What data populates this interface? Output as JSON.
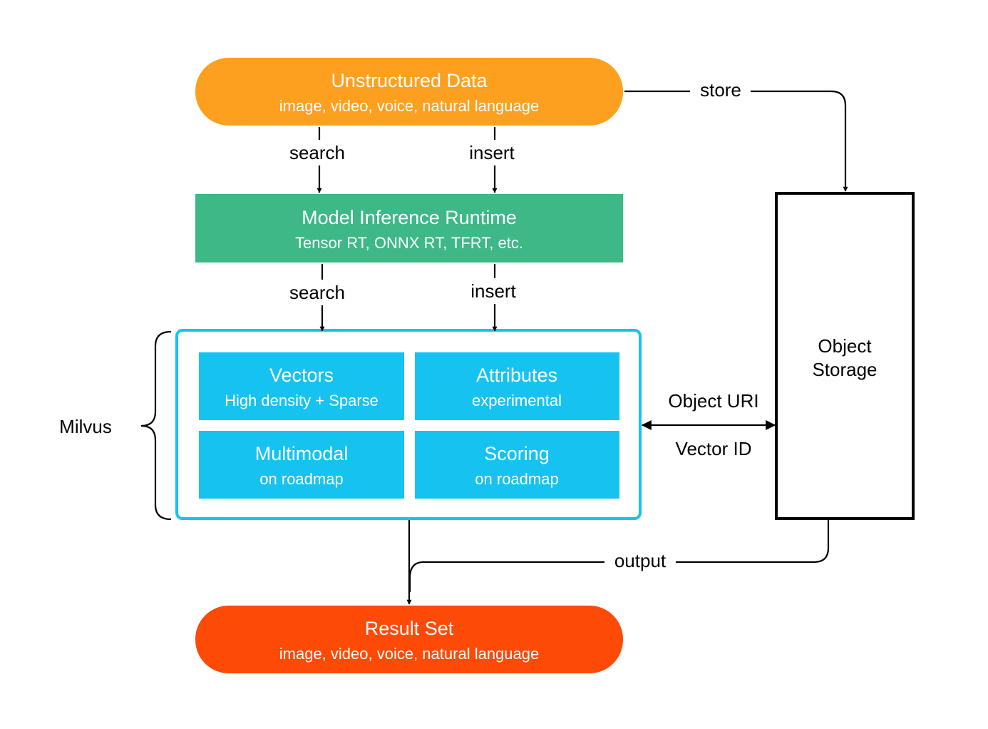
{
  "nodes": {
    "unstructured": {
      "title": "Unstructured Data",
      "subtitle": "image, video, voice, natural language",
      "color": "#FDA01F"
    },
    "inference": {
      "title": "Model Inference Runtime",
      "subtitle": "Tensor RT, ONNX RT, TFRT, etc.",
      "color": "#3DB886"
    },
    "vectors": {
      "title": "Vectors",
      "subtitle": "High density + Sparse",
      "color": "#16C3F0"
    },
    "attributes": {
      "title": "Attributes",
      "subtitle": "experimental",
      "color": "#16C3F0"
    },
    "multimodal": {
      "title": "Multimodal",
      "subtitle": "on roadmap",
      "color": "#16C3F0"
    },
    "scoring": {
      "title": "Scoring",
      "subtitle": "on roadmap",
      "color": "#16C3F0"
    },
    "storage": {
      "line1": "Object",
      "line2": "Storage"
    },
    "result": {
      "title": "Result Set",
      "subtitle": "image, video, voice, natural language",
      "color": "#FE4A07"
    }
  },
  "milvus_label": "Milvus",
  "milvus_border_color": "#16C3F0",
  "edges": {
    "search1": "search",
    "insert1": "insert",
    "search2": "search",
    "insert2": "insert",
    "store": "store",
    "object_uri": "Object URI",
    "vector_id": "Vector ID",
    "output": "output"
  }
}
